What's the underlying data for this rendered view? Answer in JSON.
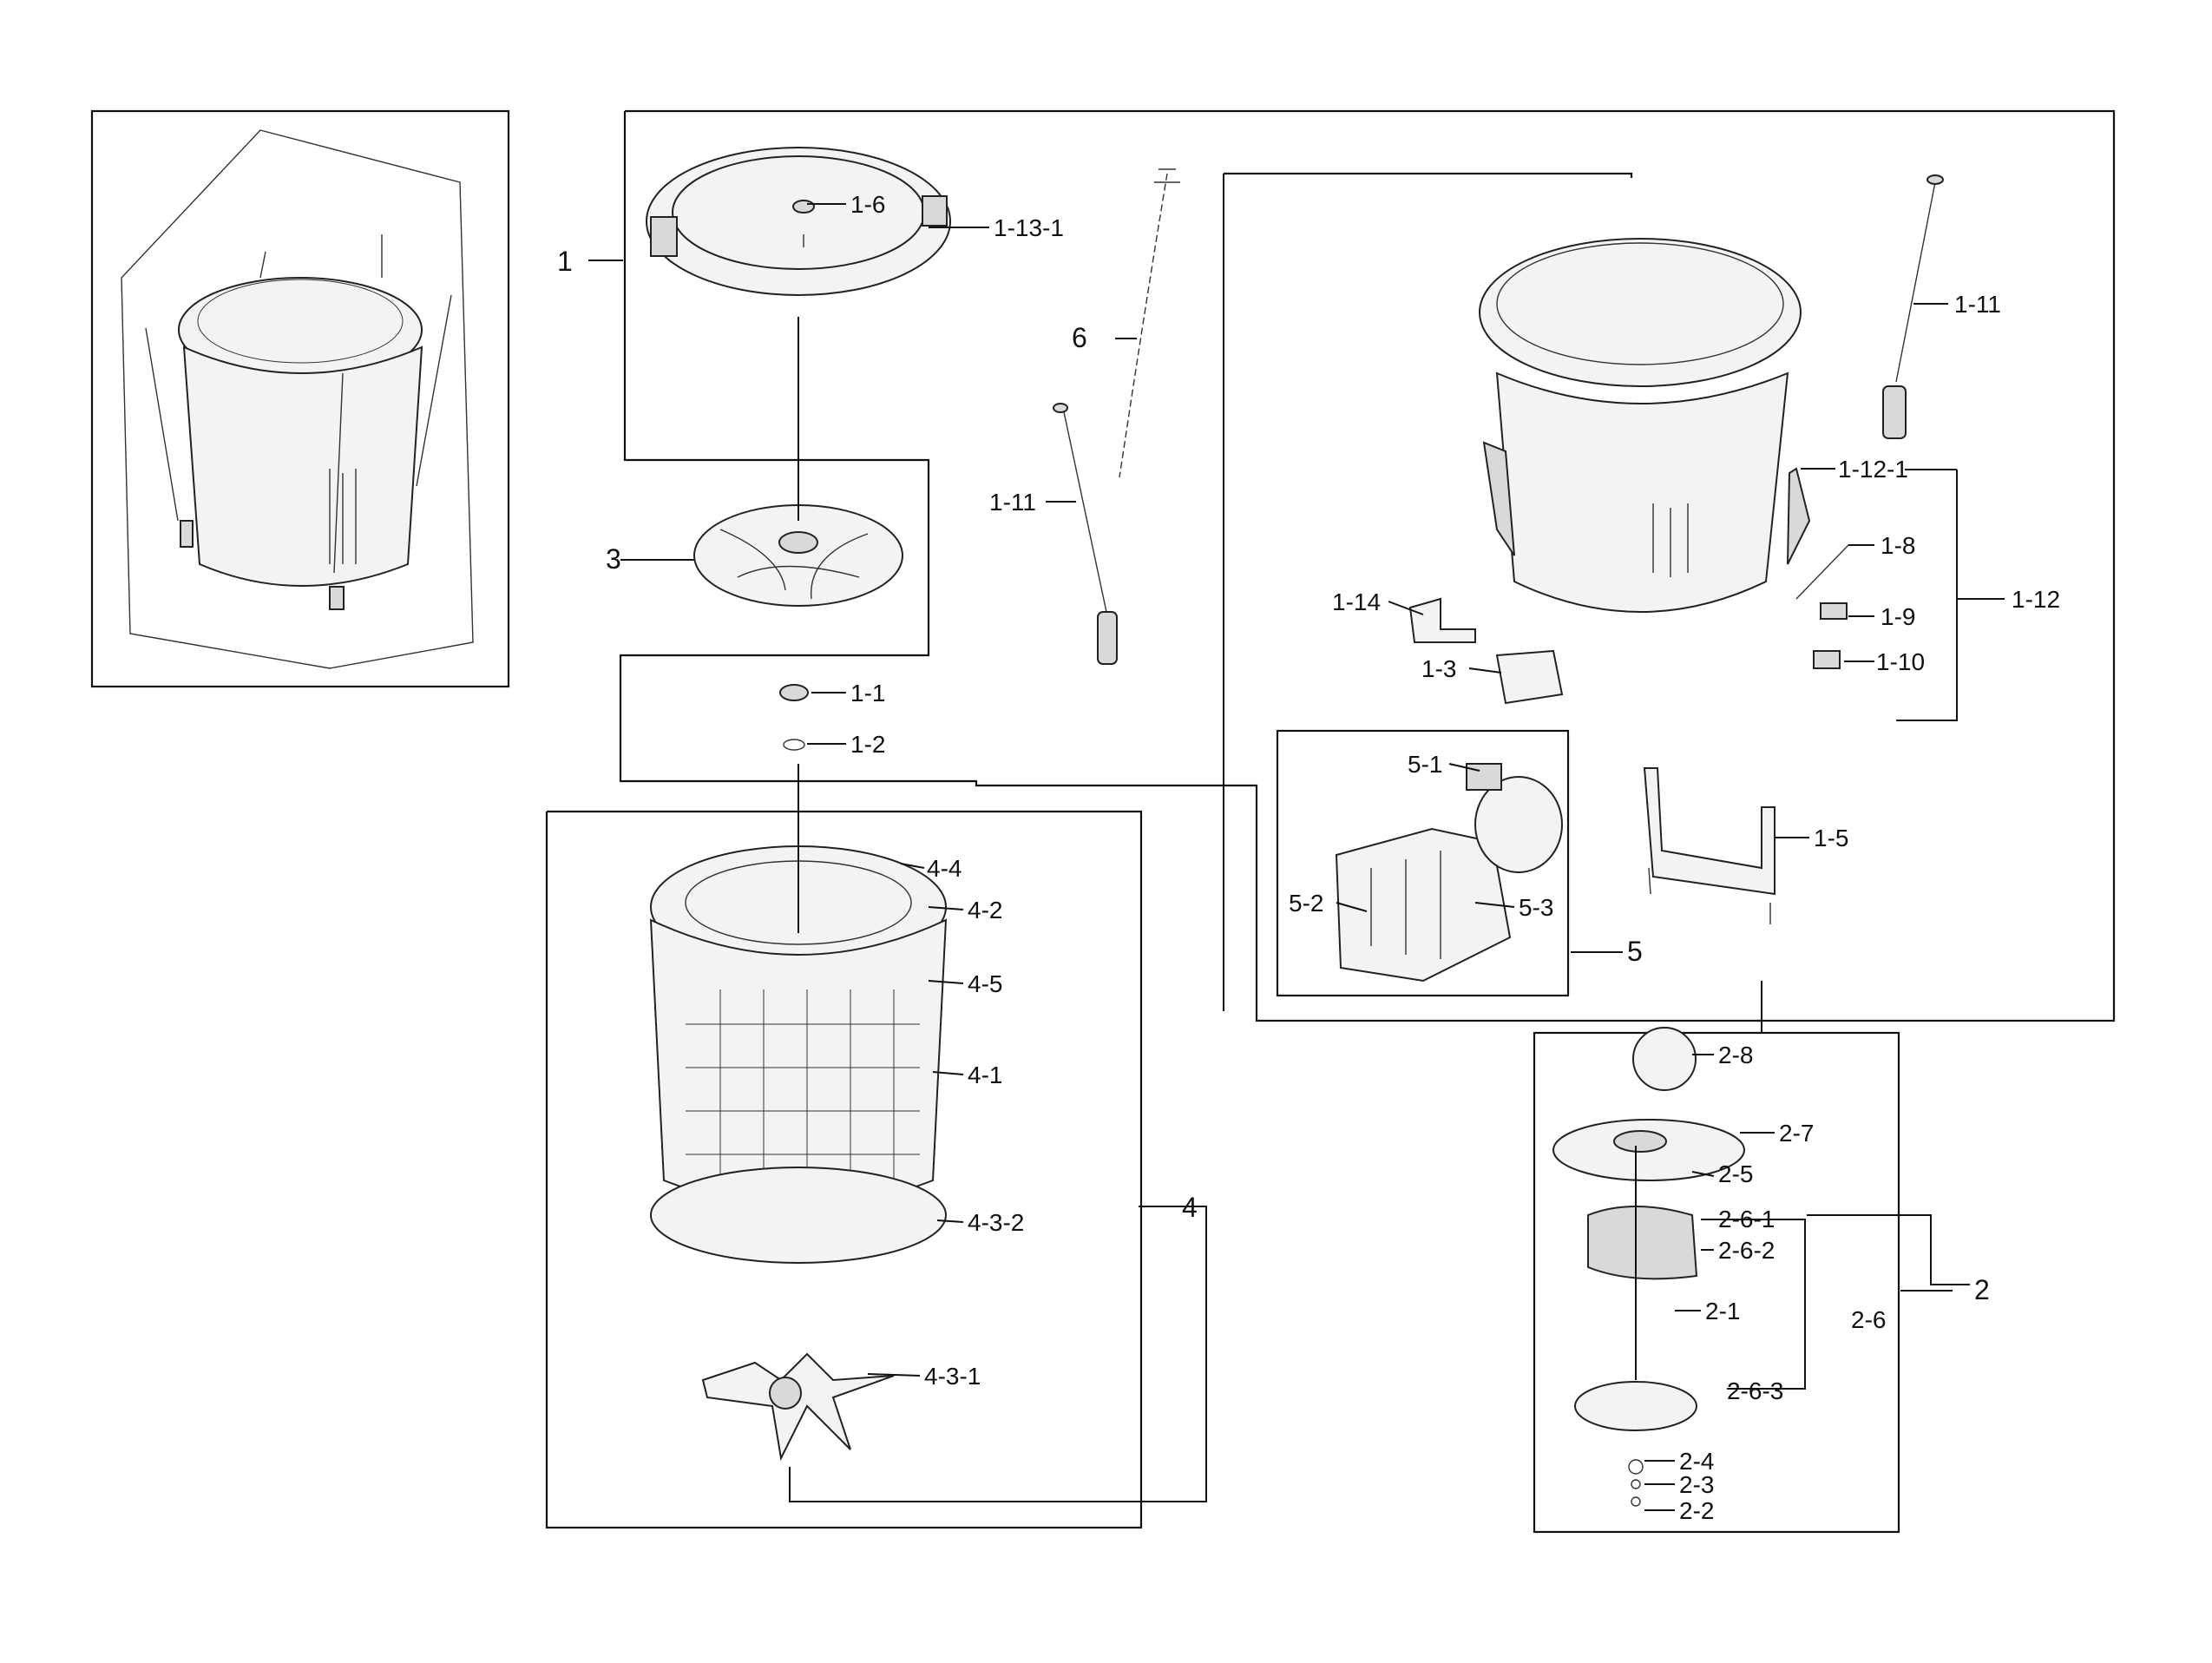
{
  "callouts": {
    "c1": "1",
    "c1_1": "1-1",
    "c1_2": "1-2",
    "c1_3": "1-3",
    "c1_5": "1-5",
    "c1_6": "1-6",
    "c1_8": "1-8",
    "c1_9": "1-9",
    "c1_10": "1-10",
    "c1_11a": "1-11",
    "c1_11b": "1-11",
    "c1_12": "1-12",
    "c1_12_1": "1-12-1",
    "c1_13_1": "1-13-1",
    "c1_14": "1-14",
    "c2": "2",
    "c2_1": "2-1",
    "c2_2": "2-2",
    "c2_3": "2-3",
    "c2_4": "2-4",
    "c2_5": "2-5",
    "c2_6": "2-6",
    "c2_6_1": "2-6-1",
    "c2_6_2": "2-6-2",
    "c2_6_3": "2-6-3",
    "c2_7": "2-7",
    "c2_8": "2-8",
    "c3": "3",
    "c4": "4",
    "c4_1": "4-1",
    "c4_2": "4-2",
    "c4_3_1": "4-3-1",
    "c4_3_2": "4-3-2",
    "c4_4": "4-4",
    "c4_5": "4-5",
    "c5": "5",
    "c5_1": "5-1",
    "c5_2": "5-2",
    "c5_3": "5-3",
    "c6": "6"
  },
  "colors": {
    "line": "#111111",
    "part_fill": "#f3f3f3",
    "background": "#ffffff"
  }
}
